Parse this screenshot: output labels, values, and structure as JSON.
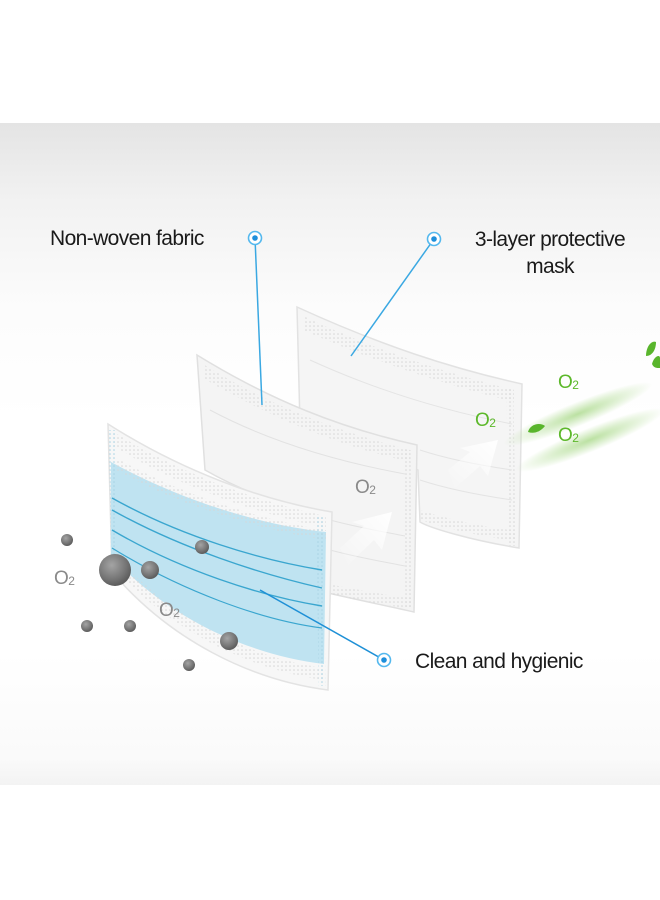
{
  "product_image": {
    "subject": "3-layer protective face mask diagram",
    "background_color": "#ececec",
    "accent_color": "#29a3e0",
    "callouts": [
      {
        "id": "non-woven-fabric",
        "label": "Non-woven fabric"
      },
      {
        "id": "three-layer",
        "label_line1": "3-layer protective",
        "label_line2": "mask"
      },
      {
        "id": "clean-hygienic",
        "label": "Clean and hygienic"
      }
    ],
    "oxygen_labels": {
      "symbol": "O",
      "subscript": "2",
      "gray_color": "#8a8a8a",
      "green_color": "#5cb82a"
    },
    "layers": [
      {
        "name": "outer-layer",
        "color": "#bfe3f1"
      },
      {
        "name": "middle-layer",
        "color": "#f4f4f4"
      },
      {
        "name": "inner-layer",
        "color": "#f6f6f6"
      }
    ]
  }
}
